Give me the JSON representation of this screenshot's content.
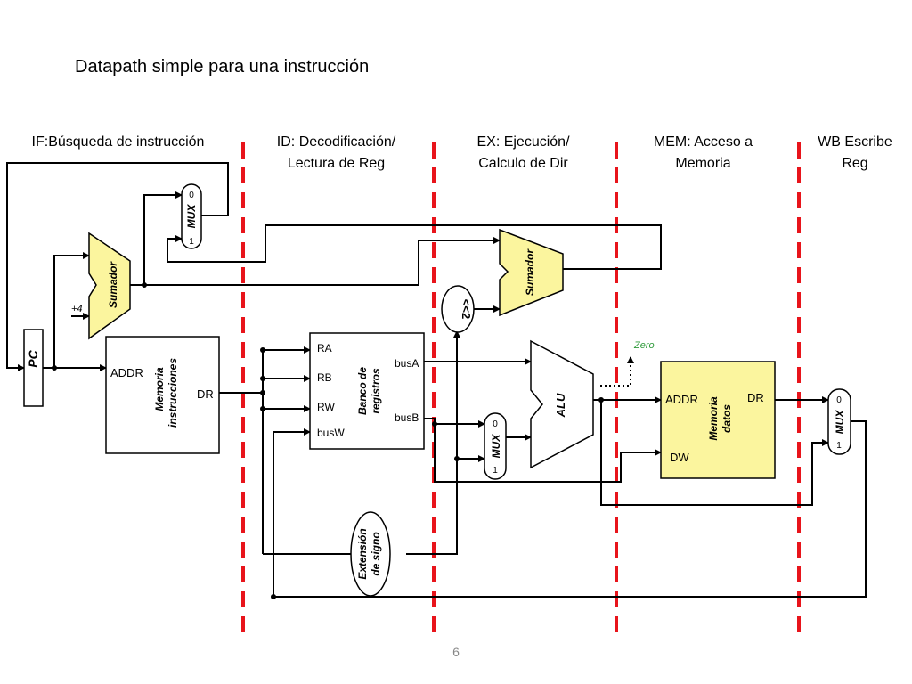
{
  "slide": {
    "title": "Datapath simple para una instrucción",
    "page_number": "6"
  },
  "stages": [
    {
      "id": "if",
      "label": "IF:Búsqueda de instrucción"
    },
    {
      "id": "id",
      "label": "ID: Decodificación/\nLectura de Reg"
    },
    {
      "id": "ex",
      "label": "EX: Ejecución/\nCalculo de Dir"
    },
    {
      "id": "mem",
      "label": "MEM: Acceso a\nMemoria"
    },
    {
      "id": "wb",
      "label": "WB Escribe\nReg"
    }
  ],
  "blocks": {
    "pc": "PC",
    "sumador": "Sumador",
    "plus4": "+4",
    "mux_pc": {
      "label": "MUX",
      "in0": "0",
      "in1": "1"
    },
    "mem_instr": {
      "label_line1": "Memoria",
      "label_line2": "instrucciones",
      "addr": "ADDR",
      "dr": "DR"
    },
    "reg_bank": {
      "label_line1": "Banco de",
      "label_line2": "registros",
      "ra": "RA",
      "rb": "RB",
      "rw": "RW",
      "busw": "busW",
      "busa": "busA",
      "busb": "busB"
    },
    "shift2": "<<2",
    "sumador2": "Sumador",
    "mux_alu": {
      "label": "MUX",
      "in0": "0",
      "in1": "1"
    },
    "alu": "ALU",
    "zero": "Zero",
    "sign_ext": {
      "label_line1": "Extensión",
      "label_line2": "de signo"
    },
    "mem_data": {
      "label_line1": "Memoria",
      "label_line2": "datos",
      "addr": "ADDR",
      "dr": "DR",
      "dw": "DW"
    },
    "mux_wb": {
      "label": "MUX",
      "in0": "0",
      "in1": "1"
    }
  },
  "colors": {
    "stage_divider": "#e8141b",
    "block_fill_yellow": "#fbf59e",
    "zero_label": "#2e9a3a",
    "wire": "#000000"
  }
}
